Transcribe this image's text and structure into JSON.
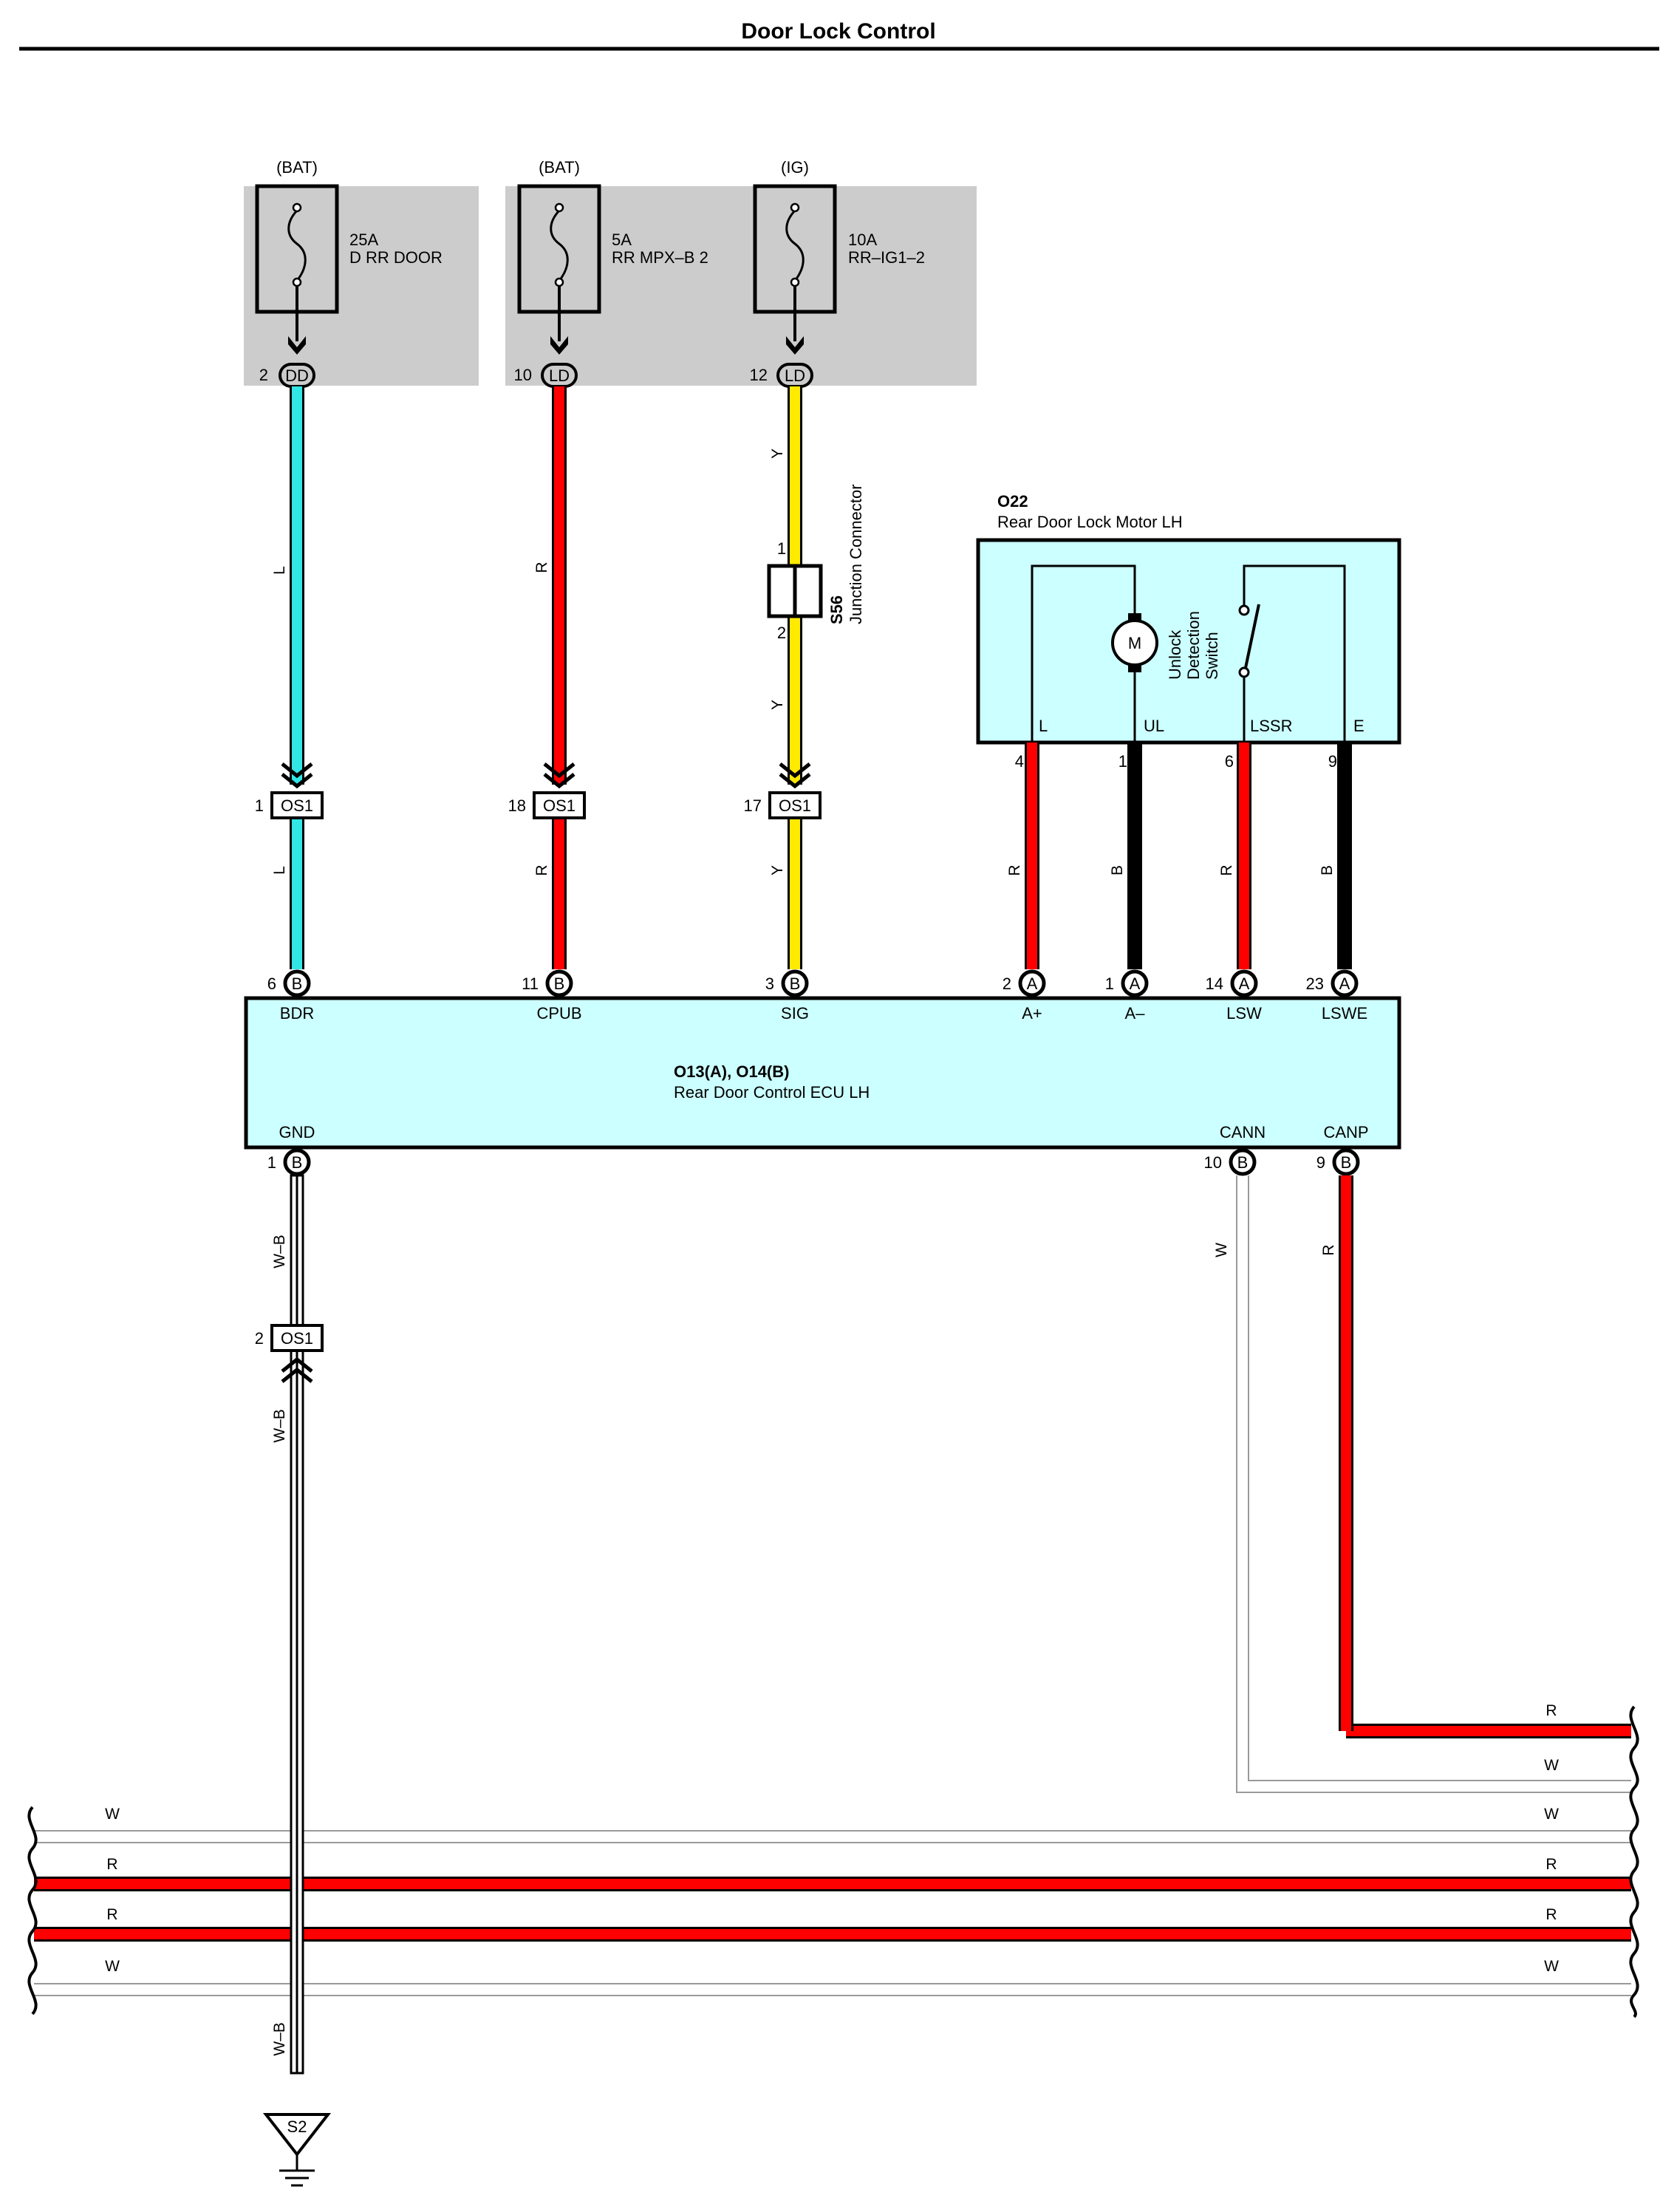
{
  "title": "Door Lock Control",
  "fuses": [
    {
      "source": "(BAT)",
      "rating": "25A",
      "name": "D RR DOOR",
      "pin": "2",
      "conn": "DD"
    },
    {
      "source": "(BAT)",
      "rating": "5A",
      "name": "RR MPX–B 2",
      "pin": "10",
      "conn": "LD"
    },
    {
      "source": "(IG)",
      "rating": "10A",
      "name": "RR–IG1–2",
      "pin": "12",
      "conn": "LD"
    }
  ],
  "junction": {
    "id": "S56",
    "name": "Junction Connector",
    "pin_top": "1",
    "pin_bottom": "2"
  },
  "motor": {
    "id": "O22",
    "name": "Rear Door Lock Motor LH",
    "motor_symbol": "M",
    "switch_line1": "Unlock",
    "switch_line2": "Detection",
    "switch_line3": "Switch",
    "terminals": [
      "L",
      "UL",
      "LSSR",
      "E"
    ],
    "pins": [
      "4",
      "1",
      "6",
      "9"
    ]
  },
  "connector_os1": {
    "label": "OS1",
    "pins": [
      "1",
      "18",
      "17",
      "2"
    ]
  },
  "ecu": {
    "id": "O13(A), O14(B)",
    "name": "Rear Door Control ECU LH",
    "top_terminals": [
      {
        "pin": "6",
        "conn": "B",
        "name": "BDR"
      },
      {
        "pin": "11",
        "conn": "B",
        "name": "CPUB"
      },
      {
        "pin": "3",
        "conn": "B",
        "name": "SIG"
      },
      {
        "pin": "2",
        "conn": "A",
        "name": "A+"
      },
      {
        "pin": "1",
        "conn": "A",
        "name": "A–"
      },
      {
        "pin": "14",
        "conn": "A",
        "name": "LSW"
      },
      {
        "pin": "23",
        "conn": "A",
        "name": "LSWE"
      }
    ],
    "bottom_terminals": [
      {
        "pin": "1",
        "conn": "B",
        "name": "GND"
      },
      {
        "pin": "10",
        "conn": "B",
        "name": "CANN"
      },
      {
        "pin": "9",
        "conn": "B",
        "name": "CANP"
      }
    ]
  },
  "wire_labels": {
    "bdr": "L",
    "cpub": "R",
    "sig": "Y",
    "a_plus": "R",
    "a_minus": "B",
    "lsw": "R",
    "lswe": "B",
    "gnd": "W–B",
    "cann": "W",
    "canp": "R"
  },
  "bus_labels": {
    "right_top": [
      "R",
      "W"
    ],
    "full": [
      "W",
      "R",
      "R",
      "W"
    ]
  },
  "ground": {
    "id": "S2"
  },
  "colors": {
    "light_blue": "#33e6e6",
    "red": "#ff0000",
    "yellow": "#ffea00",
    "black": "#000000",
    "white_wire": "#9a9a9a",
    "box_fill": "#ccffff",
    "fuse_bg": "#cccccc"
  }
}
